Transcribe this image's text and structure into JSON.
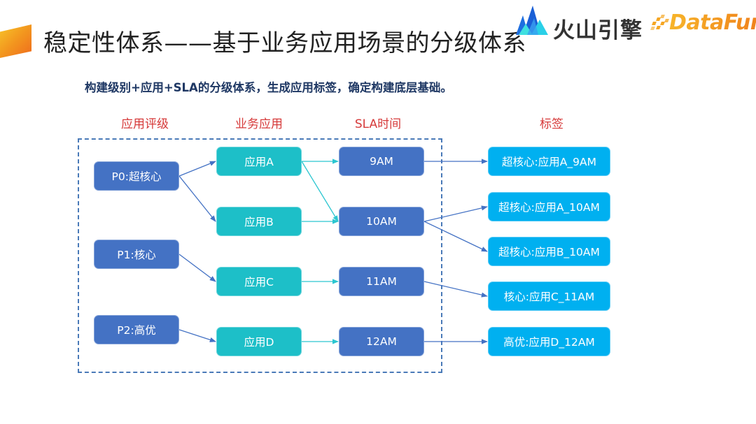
{
  "slide": {
    "title": "稳定性体系——基于业务应用场景的分级体系",
    "subtitle": "构建级别+应用+SLA的分级体系，生成应用标签，确定构建底层基础。"
  },
  "logos": {
    "volcano_engine": "火山引擎",
    "datafun": "DataFun."
  },
  "columns": {
    "level": "应用评级",
    "app": "业务应用",
    "sla": "SLA时间",
    "tag": "标签"
  },
  "levels": [
    {
      "id": "P0",
      "label": "P0:超核心"
    },
    {
      "id": "P1",
      "label": "P1:核心"
    },
    {
      "id": "P2",
      "label": "P2:高优"
    }
  ],
  "apps": [
    {
      "id": "A",
      "label": "应用A"
    },
    {
      "id": "B",
      "label": "应用B"
    },
    {
      "id": "C",
      "label": "应用C"
    },
    {
      "id": "D",
      "label": "应用D"
    }
  ],
  "slas": [
    {
      "id": "9AM",
      "label": "9AM"
    },
    {
      "id": "10AM",
      "label": "10AM"
    },
    {
      "id": "11AM",
      "label": "11AM"
    },
    {
      "id": "12AM",
      "label": "12AM"
    }
  ],
  "tags": [
    {
      "id": "t1",
      "label": "超核心:应用A_9AM"
    },
    {
      "id": "t2",
      "label": "超核心:应用A_10AM"
    },
    {
      "id": "t3",
      "label": "超核心:应用B_10AM"
    },
    {
      "id": "t4",
      "label": "核心:应用C_11AM"
    },
    {
      "id": "t5",
      "label": "高优:应用D_12AM"
    }
  ],
  "edges": [
    {
      "from": "P0",
      "to": "A",
      "kind": "level-app"
    },
    {
      "from": "P0",
      "to": "B",
      "kind": "level-app"
    },
    {
      "from": "P1",
      "to": "C",
      "kind": "level-app"
    },
    {
      "from": "P2",
      "to": "D",
      "kind": "level-app"
    },
    {
      "from": "A",
      "to": "9AM",
      "kind": "app-sla"
    },
    {
      "from": "A",
      "to": "10AM",
      "kind": "app-sla"
    },
    {
      "from": "B",
      "to": "10AM",
      "kind": "app-sla"
    },
    {
      "from": "C",
      "to": "11AM",
      "kind": "app-sla"
    },
    {
      "from": "D",
      "to": "12AM",
      "kind": "app-sla"
    },
    {
      "from": "9AM",
      "to": "t1",
      "kind": "sla-tag"
    },
    {
      "from": "10AM",
      "to": "t2",
      "kind": "sla-tag"
    },
    {
      "from": "10AM",
      "to": "t3",
      "kind": "sla-tag"
    },
    {
      "from": "11AM",
      "to": "t4",
      "kind": "sla-tag"
    },
    {
      "from": "12AM",
      "to": "t5",
      "kind": "sla-tag"
    }
  ],
  "colors": {
    "level_node": "#4472c4",
    "app_node": "#1dbfc8",
    "sla_node": "#4472c4",
    "tag_node": "#00b0f0",
    "column_header": "#d63a3a",
    "subtitle": "#1f3864",
    "frame": "#4a7ab8",
    "arrow_blue": "#4472c4",
    "arrow_cyan": "#2cc6d0"
  }
}
